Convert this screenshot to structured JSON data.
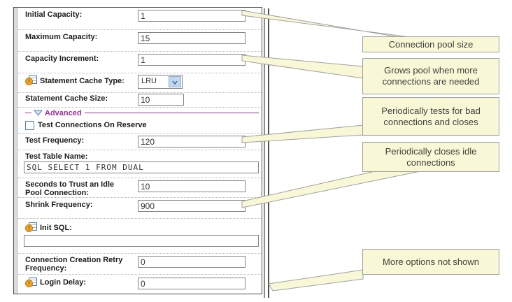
{
  "form": {
    "rows": [
      {
        "label": "Initial Capacity:",
        "value": "1",
        "control": "input"
      },
      {
        "label": "Maximum Capacity:",
        "value": "15",
        "control": "input"
      },
      {
        "label": "Capacity Increment:",
        "value": "1",
        "control": "input"
      },
      {
        "label": "Statement Cache Type:",
        "value": "LRU",
        "control": "select",
        "icon": "warning-note-icon"
      },
      {
        "label": "Statement Cache Size:",
        "value": "10",
        "control": "input"
      },
      {
        "label": "Advanced",
        "control": "section-toggle",
        "icon": "chevron-down-icon"
      },
      {
        "label": "Test Connections On Reserve",
        "control": "checkbox",
        "checked": false
      },
      {
        "label": "Test Frequency:",
        "value": "120",
        "control": "input"
      },
      {
        "label": "Test Table Name:",
        "value": "SQL SELECT 1 FROM DUAL",
        "control": "input"
      },
      {
        "label": "Seconds to Trust an Idle Pool Connection:",
        "value": "10",
        "control": "input"
      },
      {
        "label": "Shrink Frequency:",
        "value": "900",
        "control": "input"
      },
      {
        "label": "Init SQL:",
        "value": "",
        "control": "input",
        "icon": "warning-note-icon"
      },
      {
        "label": "Connection Creation Retry Frequency:",
        "value": "0",
        "control": "input"
      },
      {
        "label": "Login Delay:",
        "value": "0",
        "control": "input",
        "icon": "warning-note-icon"
      }
    ]
  },
  "callouts": [
    {
      "text": "Connection pool size"
    },
    {
      "text": "Grows pool when more connections are needed"
    },
    {
      "text": "Periodically tests for bad connections and closes"
    },
    {
      "text": "Periodically closes idle connections"
    },
    {
      "text": "More options not shown"
    }
  ],
  "icons": {
    "field_marker": "warning-note-icon",
    "section_toggle": "chevron-down-icon",
    "dropdown": "chevron-down-icon"
  },
  "colors": {
    "callout_fill": "#f8f8d6",
    "callout_border": "#a0a0a0",
    "callout_text": "#3f3f3f",
    "section_label": "#993399",
    "label_text": "#1c1c1c",
    "input_border": "#848484",
    "icon_orange": "#f2a71e",
    "icon_blue": "#4a7ab5",
    "dropdown_button": "#c3d6ef",
    "divider_gray": "#4f4f4f"
  }
}
